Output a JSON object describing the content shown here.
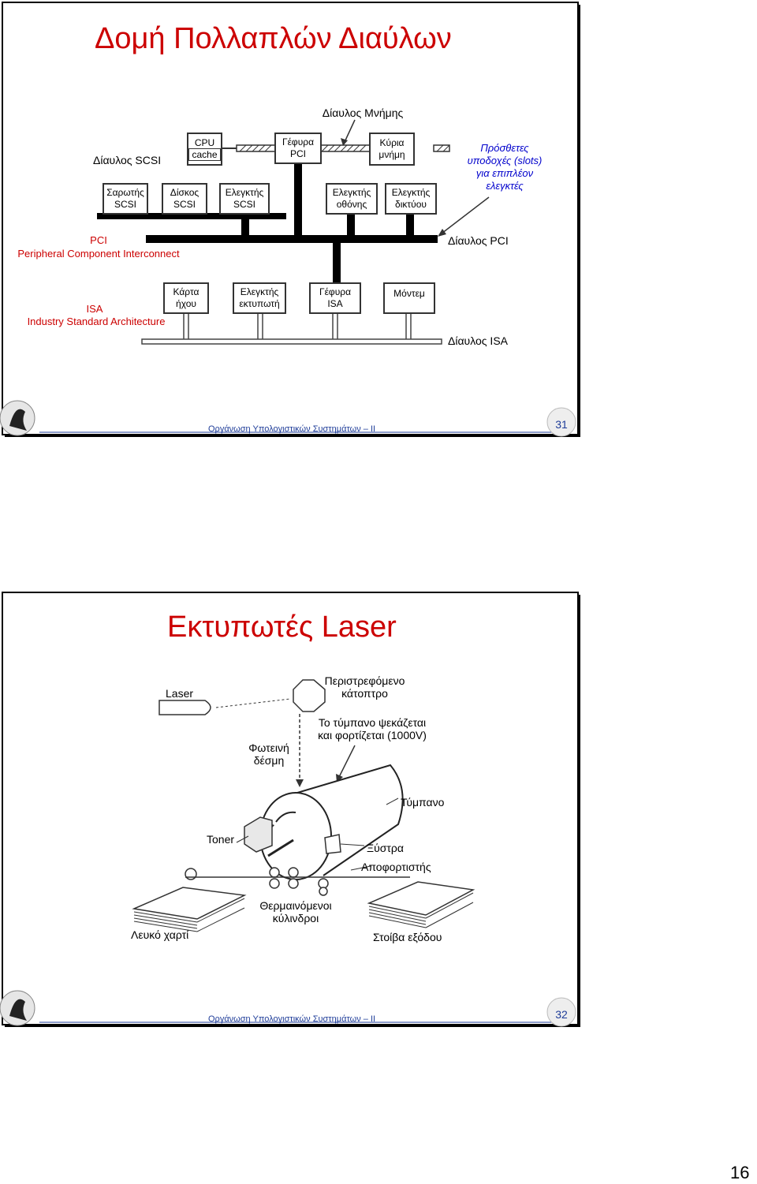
{
  "slide1": {
    "title": "Δομή Πολλαπλών Διαύλων",
    "memory_bus": "Δίαυλος Μνήμης",
    "scsi_bus": "Δίαυλος SCSI",
    "cpu": "CPU",
    "cache": "cache",
    "pci_bridge": "Γέφυρα\nPCI",
    "main_memory": "Κύρια\nμνήμη",
    "extra_slots": "Πρόσθετες\nυποδοχές (slots)\nγια επιπλέον\nελεγκτές",
    "scanner": "Σαρωτής\nSCSI",
    "disk": "Δίσκος\nSCSI",
    "scsi_ctrl": "Ελεγκτής\nSCSI",
    "screen_ctrl": "Ελεγκτής\nοθόνης",
    "net_ctrl": "Ελεγκτής\nδικτύου",
    "pci": "PCI",
    "pci_full": "Peripheral Component Interconnect",
    "pci_bus": "Δίαυλος PCI",
    "sound": "Κάρτα\nήχου",
    "printer_ctrl": "Ελεγκτής\nεκτυπωτή",
    "isa_bridge": "Γέφυρα\nISA",
    "modem": "Μόντεμ",
    "isa": "ISA",
    "isa_full": "Industry Standard Architecture",
    "isa_bus": "Δίαυλος ISA",
    "footer": "Οργάνωση Υπολογιστικών Συστημάτων – ΙΙ",
    "page": "31"
  },
  "slide2": {
    "title": "Εκτυπωτές Laser",
    "laser": "Laser",
    "mirror": "Περιστρεφόμενο\nκάτοπτρο",
    "drum_sprayed": "Το τύμπανο ψεκάζεται\nκαι φορτίζεται (1000V)",
    "beam": "Φωτεινή\nδέσμη",
    "drum": "Τύμπανο",
    "toner": "Toner",
    "scraper": "Ξύστρα",
    "discharger": "Αποφορτιστής",
    "heated_rollers": "Θερμαινόμενοι\nκύλινδροι",
    "white_paper": "Λευκό χαρτί",
    "output_stack": "Στοίβα εξόδου",
    "footer": "Οργάνωση Υπολογιστικών Συστημάτων – ΙΙ",
    "page": "32"
  },
  "page_number": "16"
}
